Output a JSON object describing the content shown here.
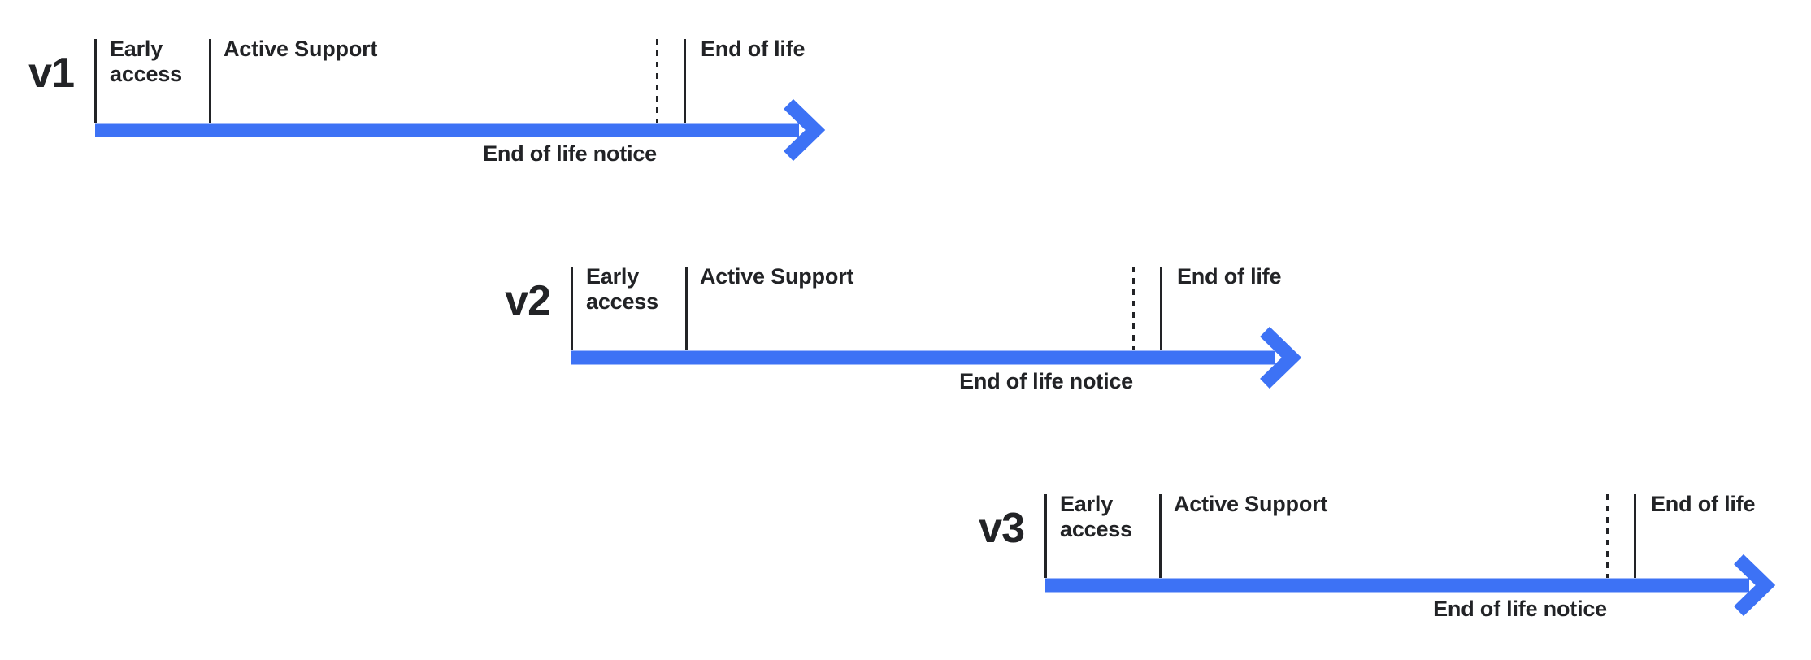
{
  "colors": {
    "arrow_blue": "#3d72f5",
    "ink": "#222326",
    "background": "#ffffff"
  },
  "timelines": [
    {
      "version": "v1",
      "early_access": "Early access",
      "active_support": "Active Support",
      "end_of_life": "End of life",
      "end_of_life_notice": "End of life notice"
    },
    {
      "version": "v2",
      "early_access": "Early access",
      "active_support": "Active Support",
      "end_of_life": "End of life",
      "end_of_life_notice": "End of life notice"
    },
    {
      "version": "v3",
      "early_access": "Early access",
      "active_support": "Active Support",
      "end_of_life": "End of life",
      "end_of_life_notice": "End of life notice"
    }
  ]
}
